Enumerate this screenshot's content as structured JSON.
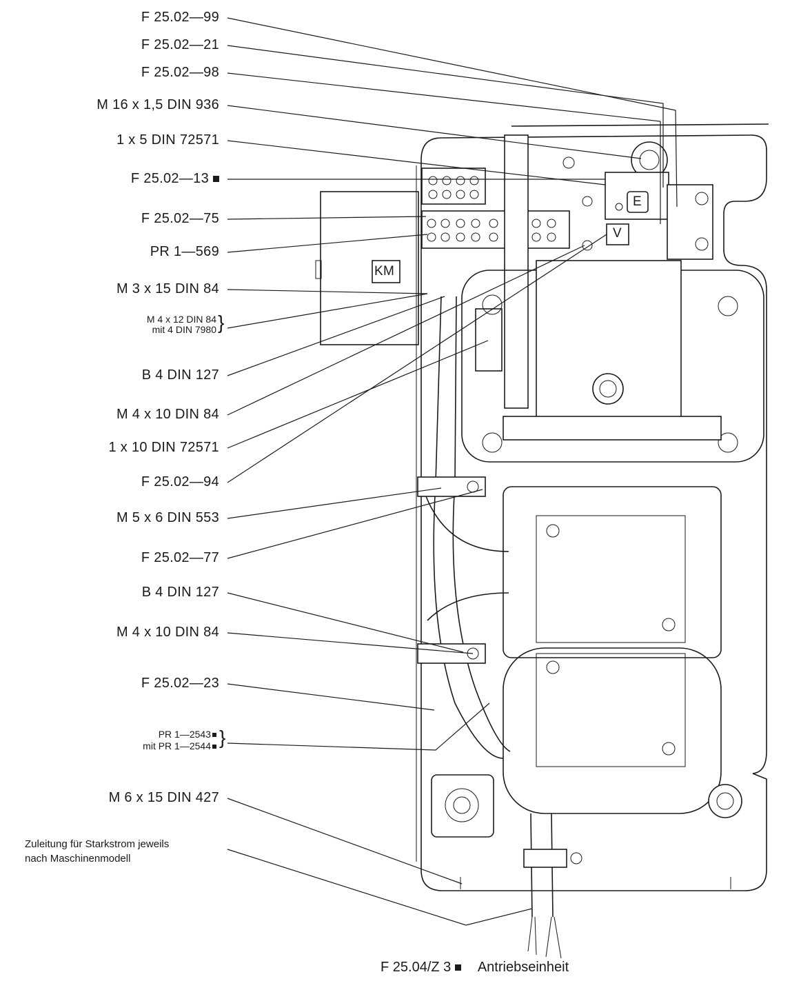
{
  "labels": {
    "f_99": "F 25.02—99",
    "f_21": "F 25.02—21",
    "f_98": "F 25.02—98",
    "m16": "M 16 x 1,5 DIN 936",
    "x5": "1 x 5 DIN 72571",
    "f_13": "F 25.02—13",
    "f_75": "F 25.02—75",
    "pr569": "PR 1—569",
    "m3": "M 3 x 15 DIN 84",
    "m4x12_line1": "M 4 x 12 DIN 84",
    "m4x12_line2": "mit 4 DIN 7980",
    "b4_a": "B 4 DIN 127",
    "m4x10_a": "M 4 x 10 DIN 84",
    "x10": "1 x 10 DIN 72571",
    "f_94": "F 25.02—94",
    "m5": "M 5 x 6 DIN 553",
    "f_77": "F 25.02—77",
    "b4_b": "B 4 DIN 127",
    "m4x10_b": "M 4 x 10 DIN 84",
    "f_23": "F 25.02—23",
    "pr2543_line1": "PR 1—2543",
    "pr2543_line2": "mit PR 1—2544",
    "m6": "M 6 x 15 DIN 427",
    "feed_line1": "Zuleitung für Starkstrom jeweils",
    "feed_line2": "nach Maschinenmodell"
  },
  "drawing": {
    "km": "KM",
    "e": "E",
    "v": "V"
  },
  "caption": {
    "code": "F 25.04/Z 3",
    "title": "Antriebseinheit"
  }
}
